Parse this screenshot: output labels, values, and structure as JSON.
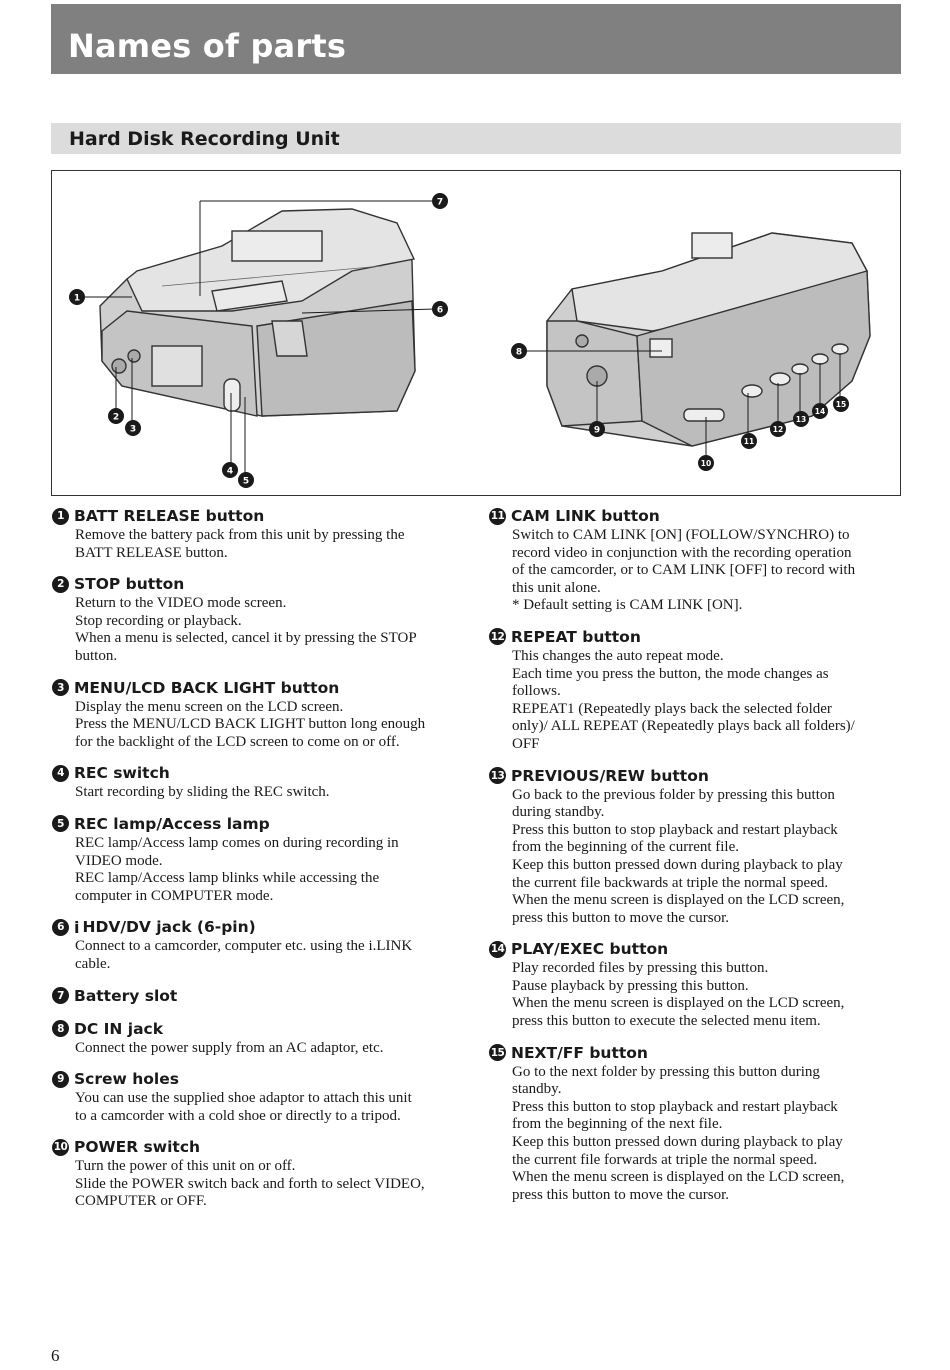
{
  "page": {
    "title": "Names of parts",
    "subtitle": "Hard Disk Recording Unit",
    "page_number": "6"
  },
  "figure": {
    "callouts": [
      "1",
      "2",
      "3",
      "4",
      "5",
      "6",
      "7",
      "8",
      "9",
      "10",
      "11",
      "12",
      "13",
      "14",
      "15"
    ]
  },
  "items_left": [
    {
      "num": "1",
      "title": "BATT RELEASE button",
      "lines": [
        "Remove the battery pack from this unit by pressing the",
        "BATT RELEASE button."
      ]
    },
    {
      "num": "2",
      "title": "STOP button",
      "lines": [
        "Return to the VIDEO mode screen.",
        "Stop recording or playback.",
        "When a menu is selected, cancel it by pressing the STOP",
        "button."
      ]
    },
    {
      "num": "3",
      "title": "MENU/LCD BACK LIGHT button",
      "lines": [
        "Display the menu screen on the LCD screen.",
        "Press the MENU/LCD BACK LIGHT button long enough",
        "for the backlight of the LCD screen to come on or off."
      ]
    },
    {
      "num": "4",
      "title": "REC switch",
      "lines": [
        "Start recording by sliding the REC switch."
      ]
    },
    {
      "num": "5",
      "title": "REC lamp/Access lamp",
      "lines": [
        "REC lamp/Access lamp comes on during recording in",
        "VIDEO mode.",
        "REC lamp/Access lamp blinks while accessing the",
        "computer in COMPUTER mode."
      ]
    },
    {
      "num": "6",
      "title": "HDV/DV jack (6-pin)",
      "icon": "i",
      "lines": [
        "Connect to a camcorder, computer etc. using the i.LINK",
        "cable."
      ]
    },
    {
      "num": "7",
      "title": "Battery slot",
      "lines": []
    },
    {
      "num": "8",
      "title": "DC IN jack",
      "lines": [
        "Connect the power supply from an AC adaptor, etc."
      ]
    },
    {
      "num": "9",
      "title": "Screw holes",
      "lines": [
        "You can use the supplied shoe adaptor to attach this unit",
        "to a camcorder with a cold shoe or directly to a tripod."
      ]
    },
    {
      "num": "10",
      "title": "POWER switch",
      "lines": [
        "Turn the power of this unit on or off.",
        "Slide the POWER switch back and forth to select VIDEO,",
        "COMPUTER or OFF."
      ]
    }
  ],
  "items_right": [
    {
      "num": "11",
      "title": "CAM LINK button",
      "lines": [
        "Switch to CAM LINK [ON] (FOLLOW/SYNCHRO) to",
        "record video in conjunction with the recording operation",
        "of the camcorder, or to CAM LINK [OFF] to record with",
        "this unit alone.",
        "* Default setting is CAM LINK [ON]."
      ]
    },
    {
      "num": "12",
      "title": "REPEAT button",
      "lines": [
        "This changes the auto repeat mode.",
        "Each time you press the button, the mode changes as",
        "follows.",
        "REPEAT1 (Repeatedly plays back the selected folder",
        "only)/ ALL REPEAT (Repeatedly plays back all folders)/",
        "OFF"
      ]
    },
    {
      "num": "13",
      "title": "PREVIOUS/REW button",
      "lines": [
        "Go back to the previous folder by pressing this button",
        "during standby.",
        "Press this button to stop playback and restart playback",
        "from the beginning of the current file.",
        "Keep this button pressed down during playback to play",
        "the current file backwards at triple the normal speed.",
        "When the menu screen is displayed on the LCD screen,",
        "press this button to move the cursor."
      ]
    },
    {
      "num": "14",
      "title": "PLAY/EXEC button",
      "lines": [
        "Play recorded files by pressing this button.",
        "Pause playback by pressing this button.",
        "When the menu screen is displayed on the LCD screen,",
        "press this button to execute the selected menu item."
      ]
    },
    {
      "num": "15",
      "title": "NEXT/FF button",
      "lines": [
        "Go to the next folder by pressing this button during",
        "standby.",
        "Press this button to stop playback and restart playback",
        "from the beginning of the next file.",
        "Keep this button pressed down during playback to play",
        "the current file forwards at triple the normal speed.",
        "When the menu screen is displayed on the LCD screen,",
        "press this button to move the cursor."
      ]
    }
  ]
}
